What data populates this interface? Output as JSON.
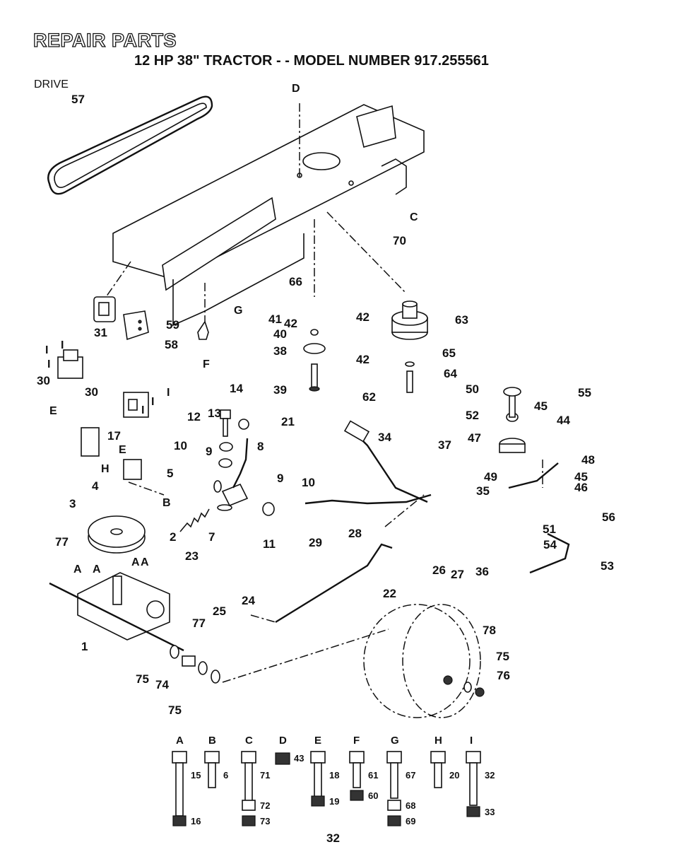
{
  "header": {
    "title": "REPAIR PARTS",
    "subtitle": "12 HP 38\" TRACTOR - - MODEL NUMBER 917.255561",
    "section": "DRIVE"
  },
  "page_number": "32",
  "diagram_labels": [
    "1",
    "2",
    "3",
    "4",
    "5",
    "7",
    "8",
    "9",
    "9",
    "10",
    "10",
    "11",
    "12",
    "13",
    "14",
    "17",
    "21",
    "22",
    "23",
    "24",
    "25",
    "26",
    "27",
    "28",
    "29",
    "30",
    "30",
    "31",
    "34",
    "35",
    "36",
    "37",
    "38",
    "39",
    "40",
    "41",
    "42",
    "42",
    "42",
    "44",
    "45",
    "45",
    "46",
    "47",
    "48",
    "49",
    "50",
    "51",
    "52",
    "53",
    "54",
    "55",
    "56",
    "57",
    "58",
    "59",
    "62",
    "63",
    "64",
    "65",
    "66",
    "70",
    "74",
    "75",
    "75",
    "75",
    "76",
    "77",
    "77",
    "78"
  ],
  "reference_letters": [
    "A",
    "A",
    "A",
    "A",
    "B",
    "C",
    "D",
    "E",
    "E",
    "F",
    "G",
    "H",
    "I",
    "I",
    "I",
    "I",
    "I",
    "I"
  ],
  "hardware_key": [
    {
      "letter": "A",
      "parts": [
        "15",
        "16"
      ]
    },
    {
      "letter": "B",
      "parts": [
        "6"
      ]
    },
    {
      "letter": "C",
      "parts": [
        "71",
        "72",
        "73"
      ]
    },
    {
      "letter": "D",
      "parts": [
        "43"
      ]
    },
    {
      "letter": "E",
      "parts": [
        "18",
        "19"
      ]
    },
    {
      "letter": "F",
      "parts": [
        "61",
        "60"
      ]
    },
    {
      "letter": "G",
      "parts": [
        "67",
        "68",
        "69"
      ]
    },
    {
      "letter": "H",
      "parts": [
        "20"
      ]
    },
    {
      "letter": "I",
      "parts": [
        "32",
        "33"
      ]
    }
  ]
}
